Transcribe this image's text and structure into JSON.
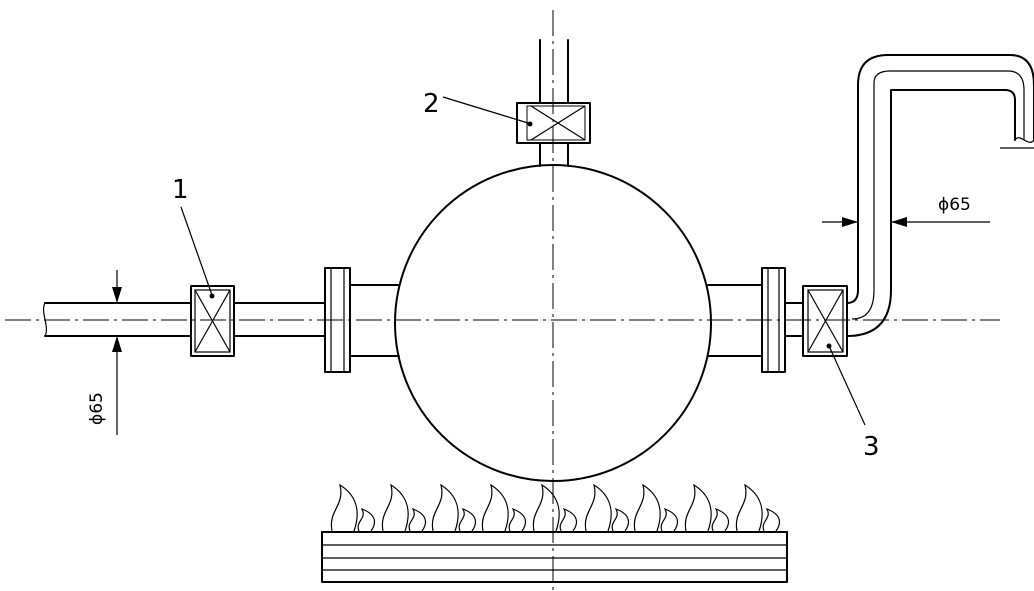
{
  "labels": {
    "valve_1": "1",
    "valve_2": "2",
    "valve_3": "3"
  },
  "dimensions": {
    "left_pipe_diameter": "ϕ65",
    "right_pipe_diameter": "ϕ65"
  },
  "colors": {
    "line": "#000000",
    "background": "#ffffff"
  }
}
